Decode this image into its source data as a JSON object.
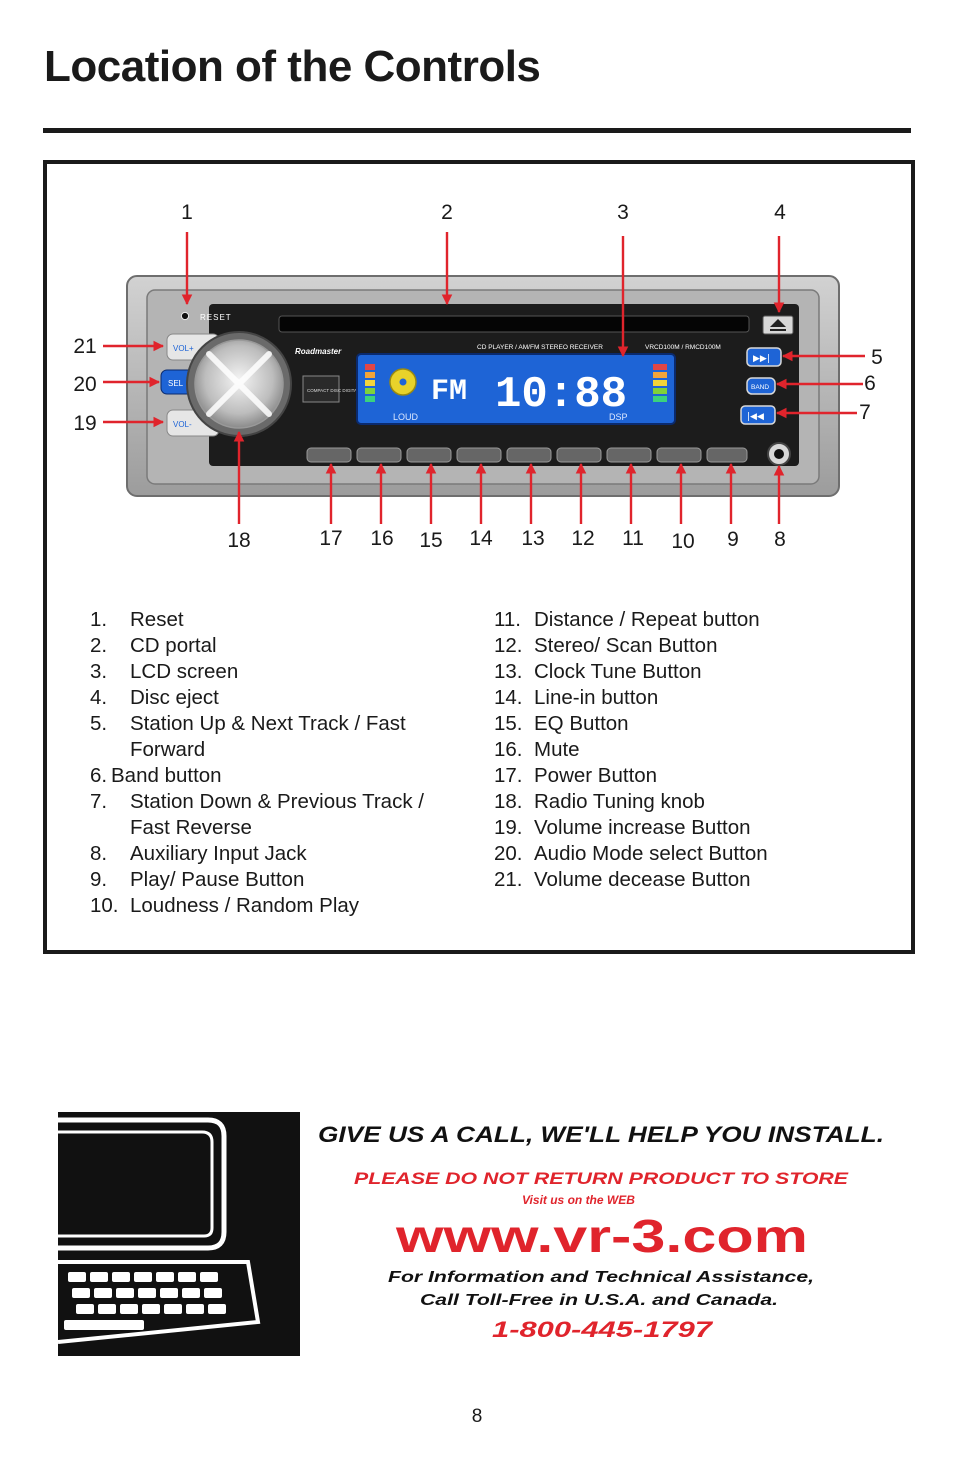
{
  "page": {
    "title": "Location of the Controls",
    "page_number": "8"
  },
  "unit": {
    "reset_label": "RESET",
    "brand": "Roadmaster",
    "model_line": "CD PLAYER / AM/FM STEREO RECEIVER",
    "model_number": "VRCD100M / RMCD100M",
    "compact_disc_logo": "COMPACT DISC DIGITAL AUDIO",
    "display_band": "FM",
    "display_time": "10:88",
    "display_loud": "LOUD",
    "display_dsp": "DSP",
    "vol_up_label": "VOL+",
    "sel_label": "SEL",
    "vol_down_label": "VOL-",
    "band_label": "BAND",
    "next_symbol": "▶▶|",
    "prev_symbol": "|◀◀",
    "eject_symbol": "⏏"
  },
  "callouts": [
    "1",
    "2",
    "3",
    "4",
    "5",
    "6",
    "7",
    "8",
    "9",
    "10",
    "11",
    "12",
    "13",
    "14",
    "15",
    "16",
    "17",
    "18",
    "19",
    "20",
    "21"
  ],
  "controls_left": [
    {
      "num": "1.",
      "text": "Reset"
    },
    {
      "num": "2.",
      "text": "CD portal"
    },
    {
      "num": "3.",
      "text": "LCD screen"
    },
    {
      "num": "4.",
      "text": "Disc eject"
    },
    {
      "num": "5.",
      "text": "Station Up & Next Track  / Fast"
    },
    {
      "num": "",
      "text": "Forward"
    },
    {
      "num": "6.",
      "text": "Band button"
    },
    {
      "num": "7.",
      "text": "Station Down & Previous Track /"
    },
    {
      "num": "",
      "text": "Fast Reverse"
    },
    {
      "num": "8.",
      "text": "Auxiliary Input Jack"
    },
    {
      "num": "9.",
      "text": "Play/ Pause Button"
    },
    {
      "num": "10.",
      "text": "Loudness / Random Play"
    }
  ],
  "controls_right": [
    {
      "num": "11.",
      "text": "Distance / Repeat button"
    },
    {
      "num": "12.",
      "text": "Stereo/ Scan Button"
    },
    {
      "num": "13.",
      "text": "Clock Tune Button"
    },
    {
      "num": "14.",
      "text": "Line-in button"
    },
    {
      "num": "15.",
      "text": "EQ Button"
    },
    {
      "num": "16.",
      "text": "Mute"
    },
    {
      "num": "17.",
      "text": "Power Button"
    },
    {
      "num": "18.",
      "text": "Radio Tuning knob"
    },
    {
      "num": "19.",
      "text": "Volume increase Button"
    },
    {
      "num": "20.",
      "text": "Audio Mode select Button"
    },
    {
      "num": "21.",
      "text": "Volume decease Button"
    }
  ],
  "promo": {
    "headline": "GIVE US A CALL, WE'LL HELP YOU INSTALL.",
    "warning": "PLEASE DO NOT RETURN PRODUCT TO STORE",
    "visit": "Visit us on the WEB",
    "url": "www.vr-3.com",
    "info_line1": "For Information and Technical Assistance,",
    "info_line2": "Call Toll-Free in U.S.A. and Canada.",
    "phone": "1-800-445-1797"
  },
  "colors": {
    "arrow": "#e0242c",
    "display": "#1e64d6",
    "promo_red": "#e0242c"
  }
}
